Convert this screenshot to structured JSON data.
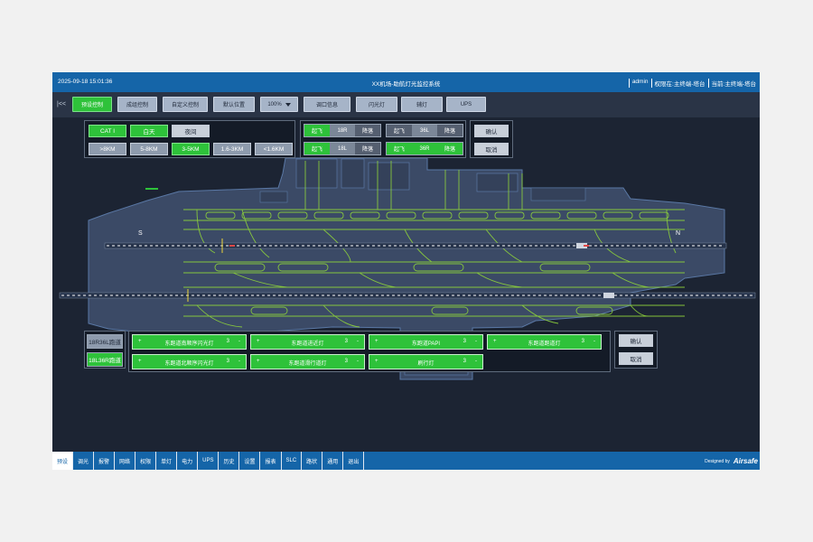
{
  "titlebar": {
    "datetime": "2025-09-18 15:01:36",
    "title": "XX机场-助航灯光监控系统",
    "user": "admin",
    "permission": "权限在:主终端-塔台",
    "current": "当前:主终端-塔台"
  },
  "toolbar": {
    "back": "|<<",
    "buttons": [
      "预设控制",
      "成组控制",
      "自定义控制",
      "默认位置",
      "100%",
      "调口信息",
      "闪光灯",
      "辅灯",
      "UPS"
    ]
  },
  "controls": {
    "visibility": [
      "CAT I",
      "白天",
      "夜间"
    ],
    "rvr": [
      ">8KM",
      "5-8KM",
      "3-5KM",
      "1.6-3KM",
      "<1.6KM"
    ],
    "rw_left": [
      {
        "mode": "起飞",
        "rwy": "18R",
        "action": "降落"
      },
      {
        "mode": "起飞",
        "rwy": "18L",
        "action": "降落"
      }
    ],
    "rw_right": [
      {
        "mode": "起飞",
        "rwy": "36L",
        "action": "降落"
      },
      {
        "mode": "起飞",
        "rwy": "36R",
        "action": "降落"
      }
    ],
    "confirm": "确认",
    "cancel": "取消"
  },
  "map": {
    "south": "S",
    "north": "N"
  },
  "bottom": {
    "runway_tabs": [
      "18R36L跑道",
      "18L36R跑道"
    ],
    "lights": [
      {
        "label": "东跑道南顺序闪光灯",
        "value": "3"
      },
      {
        "label": "东跑道进近灯",
        "value": "3"
      },
      {
        "label": "东跑道PAPI",
        "value": "3"
      },
      {
        "label": "东跑道跑道灯",
        "value": "3"
      },
      {
        "label": "东跑道北顺序闪光灯",
        "value": "3"
      },
      {
        "label": "东跑道滑行道灯",
        "value": "3"
      },
      {
        "label": "刷行灯",
        "value": "3"
      }
    ],
    "plus": "+",
    "minus": "-",
    "confirm": "确认",
    "cancel": "取消"
  },
  "bottomnav": {
    "tabs": [
      "预设",
      "调光",
      "报警",
      "网络",
      "权限",
      "单灯",
      "电力",
      "UPS",
      "历史",
      "设置",
      "报表",
      "SLC",
      "路状",
      "通用",
      "退出"
    ],
    "designed_by": "Designed by",
    "logo": "Airsafe"
  },
  "colors": {
    "accent_green": "#2ec23a",
    "title_blue": "#1565a8",
    "background": "#1c2433"
  }
}
